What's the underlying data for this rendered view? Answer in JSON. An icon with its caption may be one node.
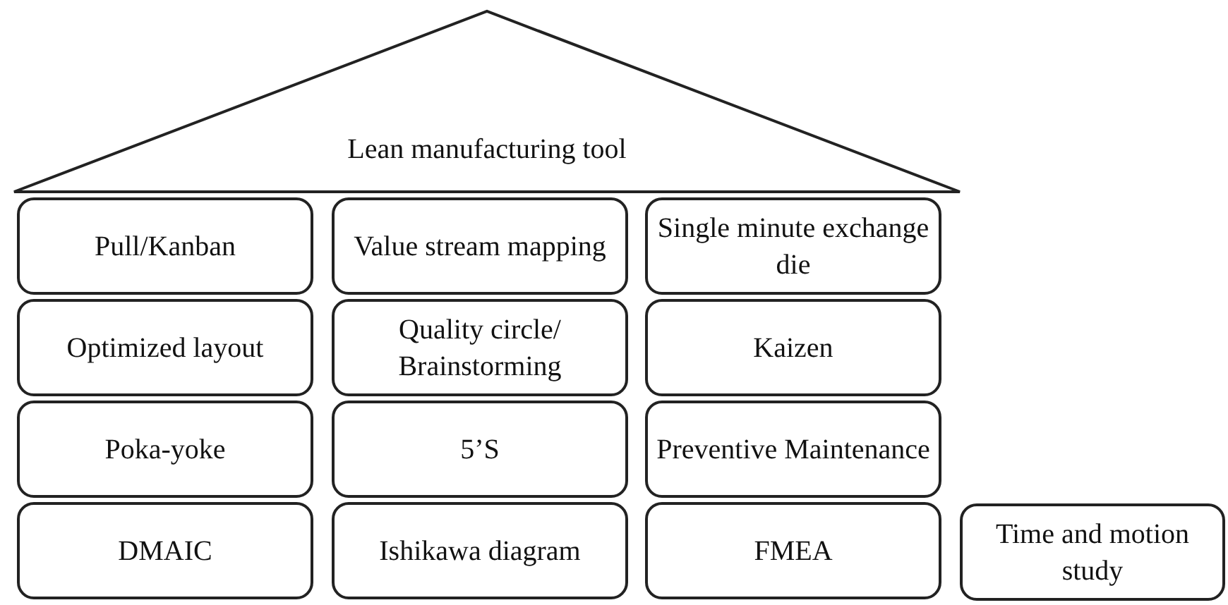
{
  "diagram": {
    "nodes": [
      {
        "text": [
          "Lean manufacturing tool"
        ]
      },
      {
        "text": [
          "Pull/Kanban"
        ]
      },
      {
        "text": [
          "Value stream mapping"
        ]
      },
      {
        "text": [
          "Single minute exchange die"
        ]
      },
      {
        "text": [
          "Optimized layout"
        ]
      },
      {
        "text": [
          "Quality circle/ Brainstorming"
        ]
      },
      {
        "text": [
          "Kaizen"
        ]
      },
      {
        "text": [
          "Poka-yoke"
        ]
      },
      {
        "text": [
          "5’S"
        ]
      },
      {
        "text": [
          "Preventive Maintenance"
        ]
      },
      {
        "text": [
          "DMAIC"
        ]
      },
      {
        "text": [
          "Ishikawa diagram"
        ]
      },
      {
        "text": [
          "FMEA"
        ]
      },
      {
        "text": [
          "Time and motion study"
        ]
      }
    ]
  }
}
